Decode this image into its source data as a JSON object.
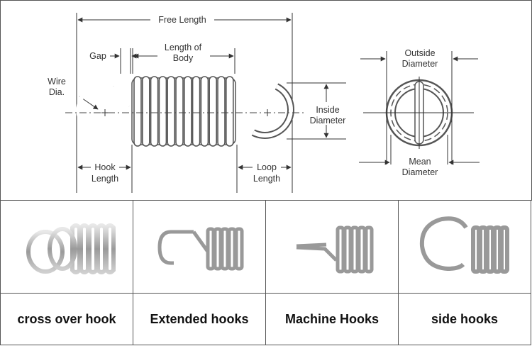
{
  "diagram": {
    "labels": {
      "free_length": "Free Length",
      "gap": "Gap",
      "length_of_body_1": "Length of",
      "length_of_body_2": "Body",
      "wire_dia_1": "Wire",
      "wire_dia_2": "Dia.",
      "hook_length_1": "Hook",
      "hook_length_2": "Length",
      "loop_length_1": "Loop",
      "loop_length_2": "Length",
      "inside_diameter_1": "Inside",
      "inside_diameter_2": "Diameter",
      "outside_diameter_1": "Outside",
      "outside_diameter_2": "Diameter",
      "mean_diameter_1": "Mean",
      "mean_diameter_2": "Diameter"
    }
  },
  "hook_types": [
    {
      "caption": "cross over hook"
    },
    {
      "caption": "Extended hooks"
    },
    {
      "caption": "Machine Hooks"
    },
    {
      "caption": "side hooks"
    }
  ]
}
